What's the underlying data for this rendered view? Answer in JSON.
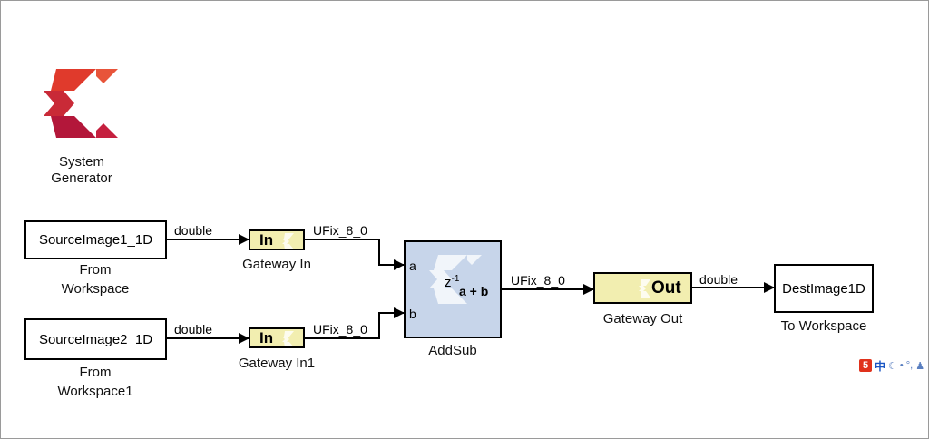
{
  "logo": {
    "caption_line1": "System",
    "caption_line2": "Generator"
  },
  "blocks": {
    "source1": {
      "text": "SourceImage1_1D",
      "caption_line1": "From",
      "caption_line2": "Workspace"
    },
    "source2": {
      "text": "SourceImage2_1D",
      "caption_line1": "From",
      "caption_line2": "Workspace1"
    },
    "gateway_in": {
      "text": "In",
      "caption": "Gateway In"
    },
    "gateway_in1": {
      "text": "In",
      "caption": "Gateway In1"
    },
    "addsub": {
      "latency": "z",
      "latency_exp": "-1",
      "op": "a + b",
      "port_a": "a",
      "port_b": "b",
      "caption": "AddSub"
    },
    "gateway_out": {
      "text": "Out",
      "caption": "Gateway Out"
    },
    "dest": {
      "text": "DestImage1D",
      "caption": "To Workspace"
    }
  },
  "signals": {
    "s1_to_gw": "double",
    "s2_to_gw": "double",
    "gw_to_a": "UFix_8_0",
    "gw1_to_b": "UFix_8_0",
    "add_to_out": "UFix_8_0",
    "out_to_dest": "double"
  },
  "tray": {
    "ime_badge": "5",
    "ime_lang": "中",
    "icons": [
      "moon-icon",
      "dot-icon",
      "comma-icon",
      "person-icon"
    ]
  },
  "colors": {
    "logo_red": "#e03a2c",
    "logo_dark": "#b3173a",
    "gateway_fill": "#f2eeb0",
    "addsub_fill": "#c7d5ea"
  }
}
